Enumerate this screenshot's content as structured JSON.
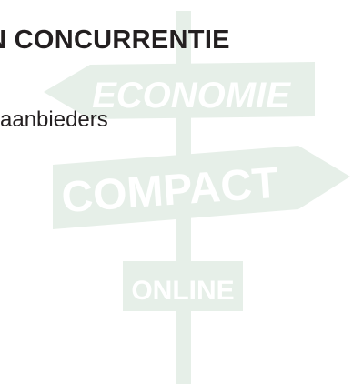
{
  "heading": "N CONCURRENTIE",
  "body_line": "aanbieders",
  "watermark": {
    "sign_top": "ECONOMIE",
    "sign_middle": "COMPACT",
    "sign_bottom": "ONLINE",
    "color": "#e6efe8",
    "text_color": "#ffffff"
  },
  "colors": {
    "text": "#231f20",
    "background": "#ffffff"
  }
}
